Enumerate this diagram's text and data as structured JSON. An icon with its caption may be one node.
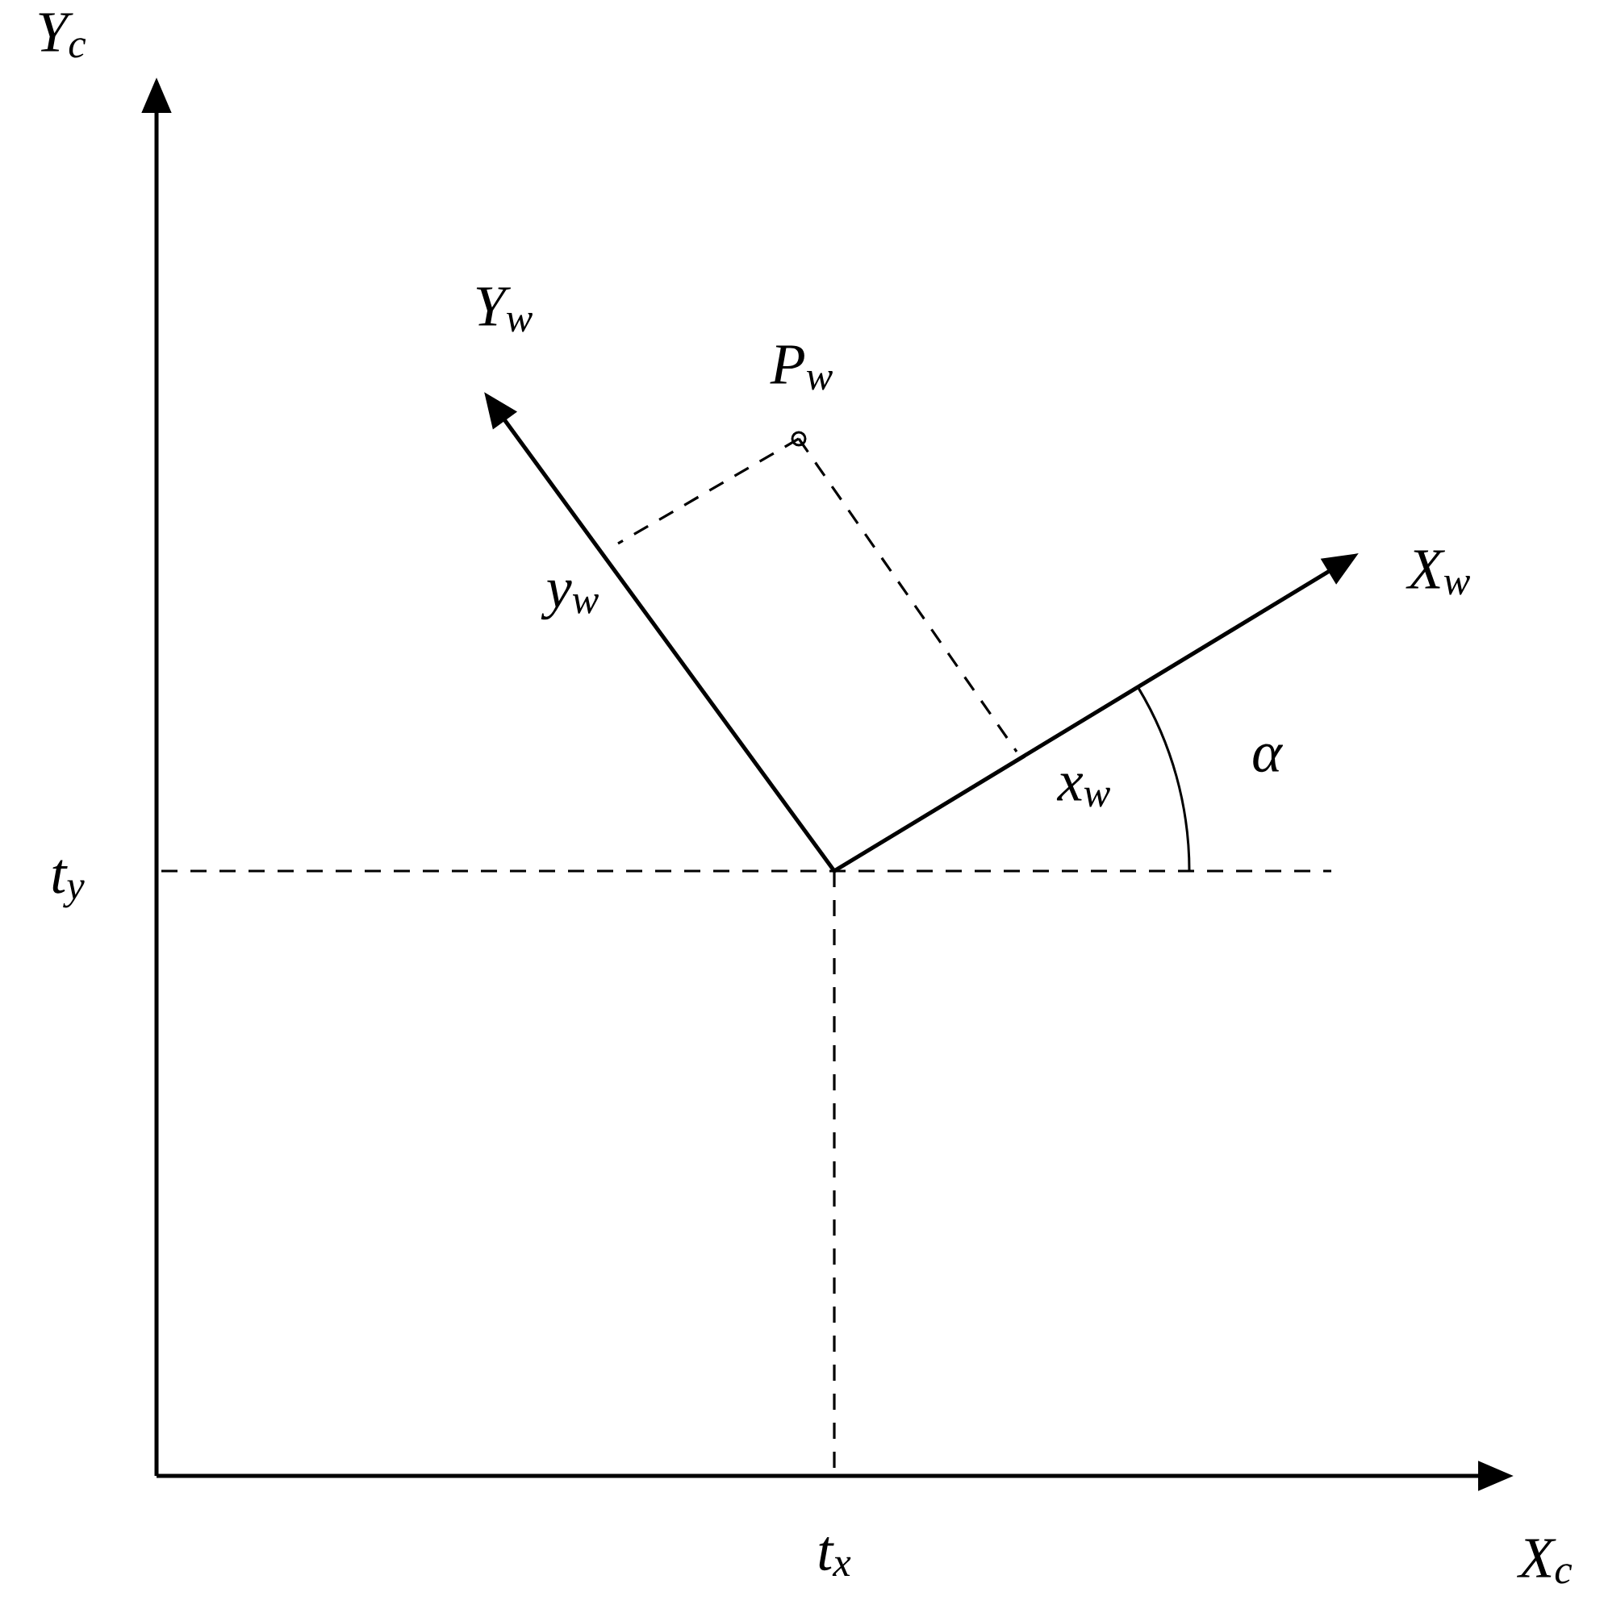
{
  "diagram": {
    "labels": [
      "Y$_{c}$",
      "Y$_{w}$",
      "P$_{w}$",
      "X$_{w}$",
      "y$_{w}$",
      "x$_{w}$",
      "α",
      "t$_{y}$",
      "t$_{x}$",
      "X$_{c}$"
    ]
  }
}
